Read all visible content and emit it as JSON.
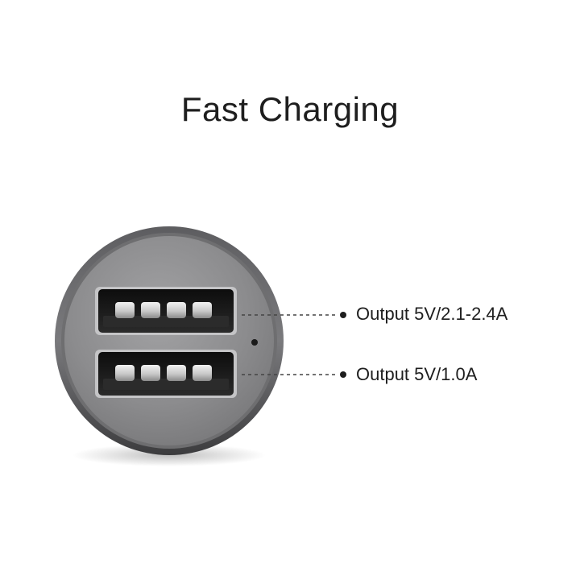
{
  "title": "Fast Charging",
  "ports": [
    {
      "label": "Output 5V/2.1-2.4A"
    },
    {
      "label": "Output 5V/1.0A"
    }
  ],
  "colors": {
    "background": "#ffffff",
    "body_metal": "#8b8b8d",
    "rim": "#6f6f71",
    "port_black": "#1a1a1a",
    "text": "#1e1e1e"
  }
}
